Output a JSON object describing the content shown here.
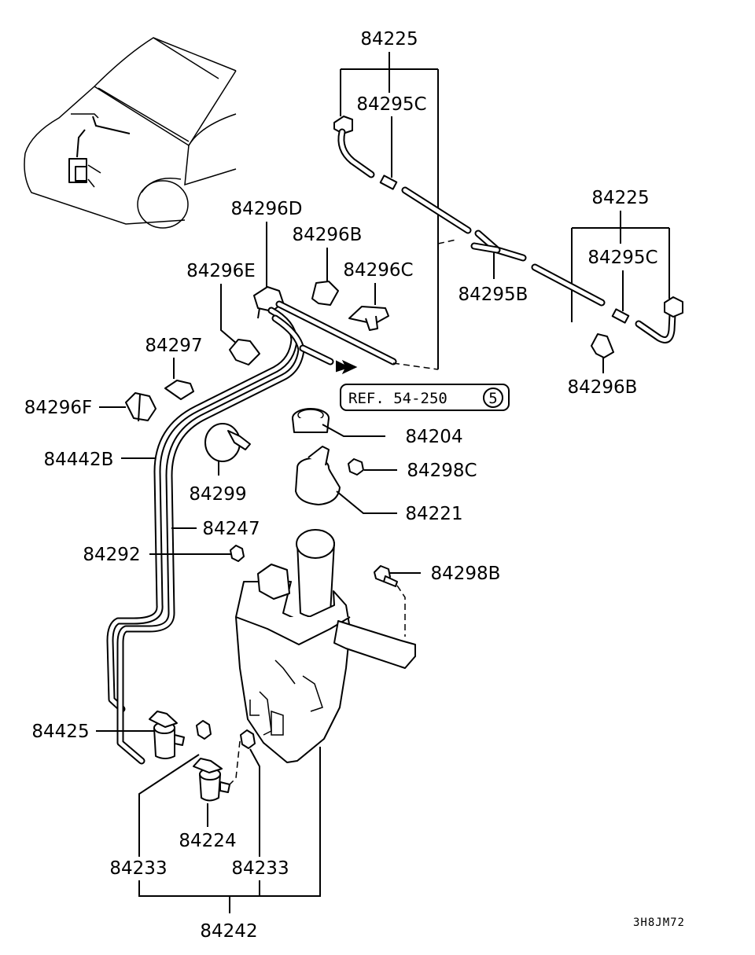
{
  "labels": {
    "l84225_top": "84225",
    "l84295C_top": "84295C",
    "l84225_right": "84225",
    "l84295C_right": "84295C",
    "l84296D": "84296D",
    "l84296B_top": "84296B",
    "l84296C": "84296C",
    "l84296E": "84296E",
    "l84295B": "84295B",
    "l84297": "84297",
    "l84296F": "84296F",
    "l84296B_right": "84296B",
    "l84204": "84204",
    "l84298C": "84298C",
    "l84442B": "84442B",
    "l84299": "84299",
    "l84221": "84221",
    "l84247": "84247",
    "l84292": "84292",
    "l84298B": "84298B",
    "l84425": "84425",
    "l84224": "84224",
    "l84233_left": "84233",
    "l84233_right": "84233",
    "l84242": "84242"
  },
  "reference": {
    "text": "REF. 54-250",
    "circle_number": "5"
  },
  "diagram_code": "3H8JM72",
  "icons": [
    "car-outline-icon",
    "arrow-right-icon"
  ]
}
